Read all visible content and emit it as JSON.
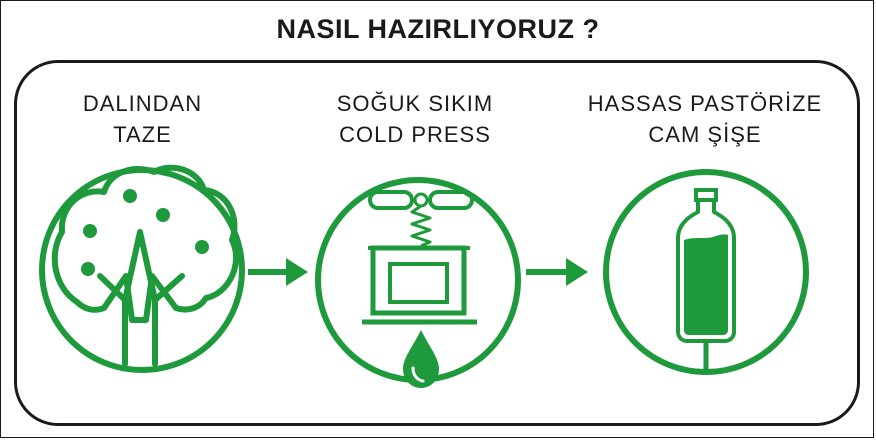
{
  "title": "NASIL HAZIRLIYORUZ ?",
  "steps": [
    {
      "line1": "DALINDAN",
      "line2": "TAZE",
      "icon": "tree-icon"
    },
    {
      "line1": "SOĞUK SIKIM",
      "line2": "COLD PRESS",
      "icon": "cold-press-icon"
    },
    {
      "line1": "HASSAS PASTÖRİZE",
      "line2": "CAM ŞİŞE",
      "icon": "glass-bottle-icon"
    }
  ],
  "colors": {
    "green": "#1e9a3c",
    "ink": "#1a1a1a",
    "background": "#ffffff"
  }
}
